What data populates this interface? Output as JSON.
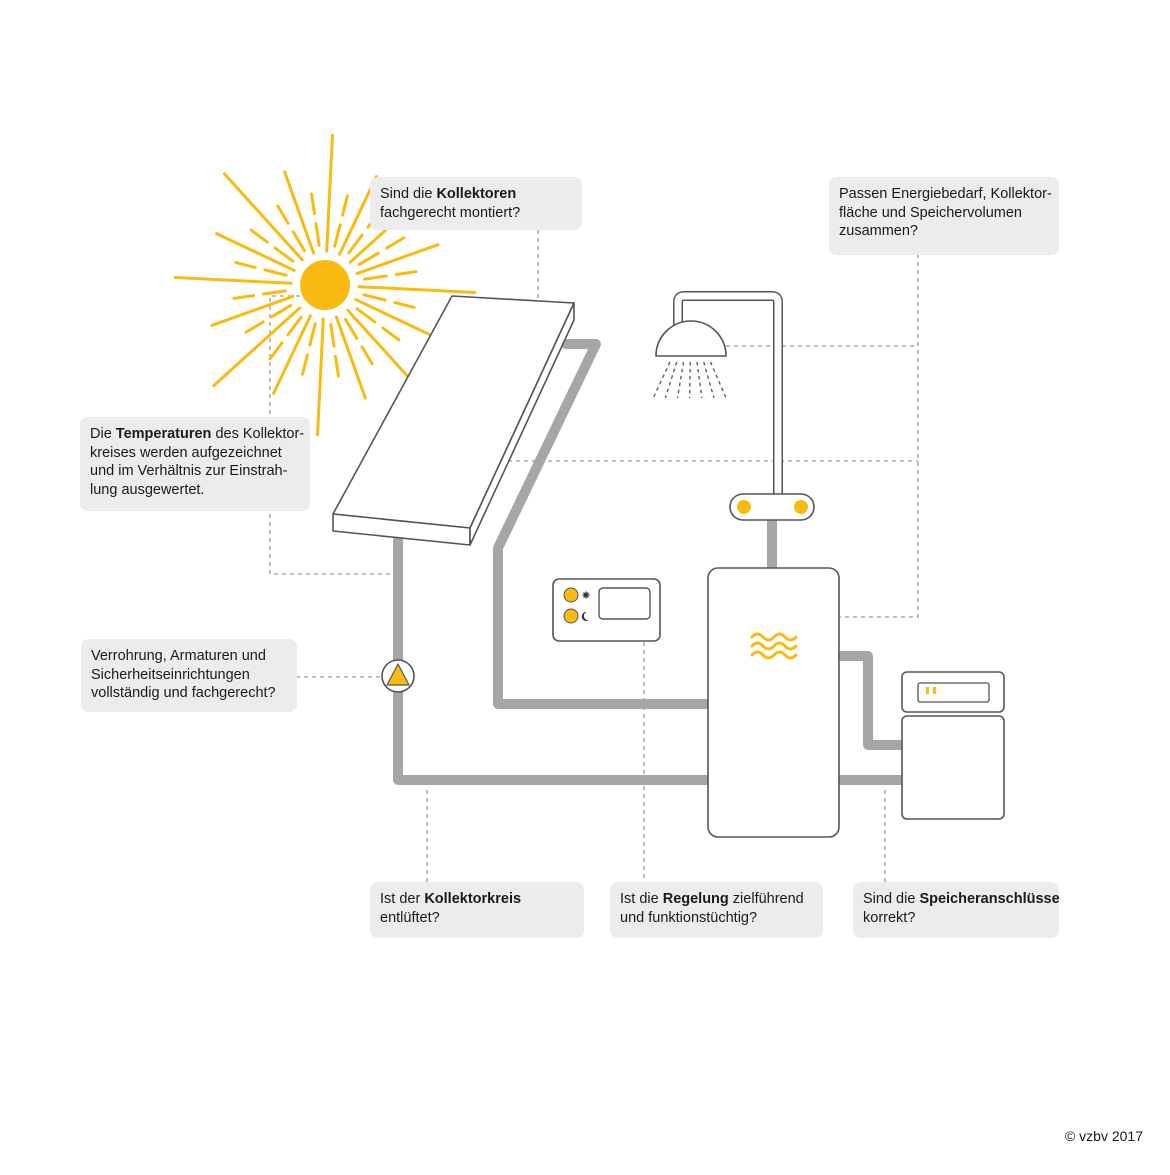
{
  "callouts": {
    "collectors": {
      "lines": [
        [
          {
            "t": "Sind die ",
            "b": false
          },
          {
            "t": "Kollektoren",
            "b": true
          }
        ],
        [
          {
            "t": "fachgerecht montiert?",
            "b": false
          }
        ]
      ]
    },
    "energy_match": {
      "lines": [
        [
          {
            "t": "Passen Energiebedarf, Kollektor-",
            "b": false
          }
        ],
        [
          {
            "t": "fläche und Speichervolumen",
            "b": false
          }
        ],
        [
          {
            "t": "zusammen?",
            "b": false
          }
        ]
      ]
    },
    "temperatures": {
      "lines": [
        [
          {
            "t": "Die ",
            "b": false
          },
          {
            "t": "Temperaturen",
            "b": true
          },
          {
            "t": " des Kollektor-",
            "b": false
          }
        ],
        [
          {
            "t": "kreises werden aufgezeichnet",
            "b": false
          }
        ],
        [
          {
            "t": "und im Verhältnis zur Einstrah-",
            "b": false
          }
        ],
        [
          {
            "t": "lung ausgewertet.",
            "b": false
          }
        ]
      ]
    },
    "piping": {
      "lines": [
        [
          {
            "t": "Verrohrung, Armaturen und",
            "b": false
          }
        ],
        [
          {
            "t": "Sicherheitseinrichtungen",
            "b": false
          }
        ],
        [
          {
            "t": "vollständig und fachgerecht?",
            "b": false
          }
        ]
      ]
    },
    "circuit": {
      "lines": [
        [
          {
            "t": "Ist der ",
            "b": false
          },
          {
            "t": "Kollektorkreis",
            "b": true
          }
        ],
        [
          {
            "t": "entlüftet?",
            "b": false
          }
        ]
      ]
    },
    "control": {
      "lines": [
        [
          {
            "t": "Ist die ",
            "b": false
          },
          {
            "t": "Regelung",
            "b": true
          },
          {
            "t": " zielführend",
            "b": false
          }
        ],
        [
          {
            "t": "und funktionstüchtig?",
            "b": false
          }
        ]
      ]
    },
    "storage": {
      "lines": [
        [
          {
            "t": "Sind die ",
            "b": false
          },
          {
            "t": "Speicheranschlüsse",
            "b": true
          }
        ],
        [
          {
            "t": "korrekt?",
            "b": false
          }
        ]
      ]
    }
  },
  "copyright": "© vzbv 2017",
  "colors": {
    "sun": "#f9bb12",
    "pipe": "#a6a6a6",
    "outline": "#555555",
    "callout_bg": "#ececec",
    "leader": "#9a9a9a"
  },
  "icons": [
    "sun-icon",
    "solar-collector-icon",
    "shower-icon",
    "pump-icon",
    "controller-icon",
    "storage-tank-icon",
    "heater-icon",
    "waves-icon"
  ]
}
